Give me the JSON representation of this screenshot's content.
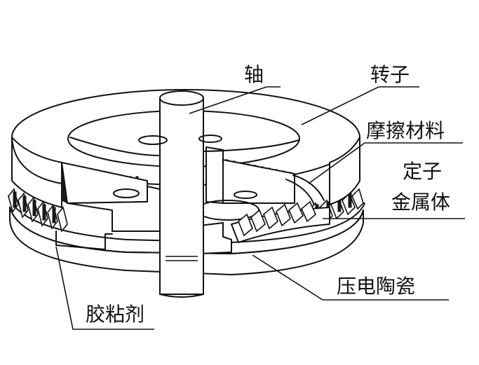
{
  "labels": {
    "shaft": "轴",
    "rotor": "转子",
    "friction_material": "摩擦材料",
    "stator_line1": "定子",
    "stator_line2": "金属体",
    "piezo_ceramic": "压电陶瓷",
    "adhesive": "胶粘剂"
  },
  "colors": {
    "ink": "#111111",
    "background": "#ffffff"
  }
}
